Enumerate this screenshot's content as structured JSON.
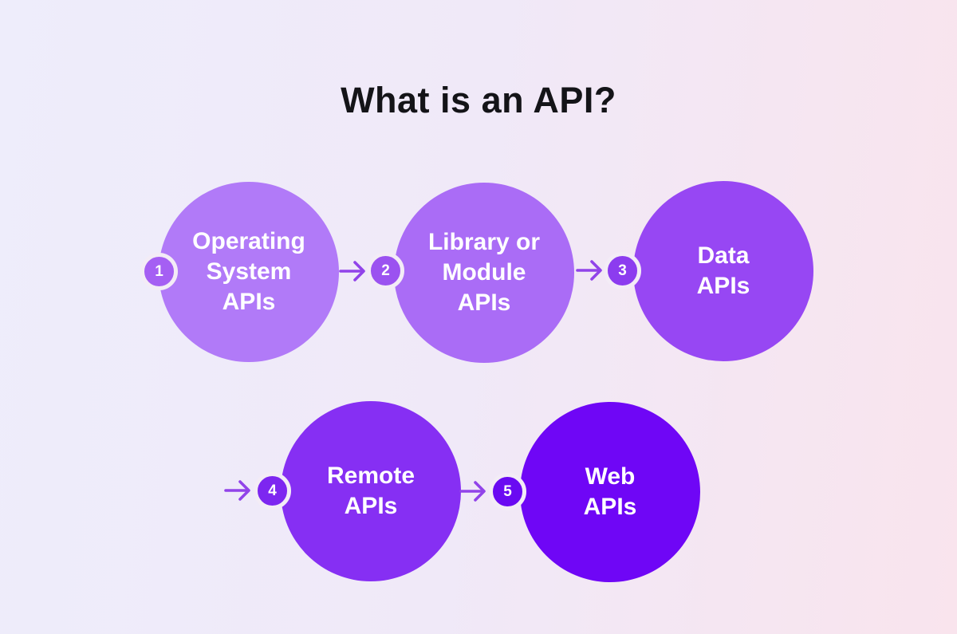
{
  "title": "What is an API?",
  "colors": {
    "background_left": "#eeedfb",
    "background_middle": "#f0e9f8",
    "background_right": "#f9e4ed",
    "title_text": "#141418",
    "node_text": "#ffffff",
    "arrow": "#9143e9",
    "badge_ring": "#f3ecf6"
  },
  "nodes": [
    {
      "number": "1",
      "label": "Operating System APIs",
      "lines": [
        "Operating",
        "System",
        "APIs"
      ],
      "circle_color": "#b17af8",
      "badge_color": "#a55ff3"
    },
    {
      "number": "2",
      "label": "Library or Module APIs",
      "lines": [
        "Library or",
        "Module",
        "APIs"
      ],
      "circle_color": "#aa6cf6",
      "badge_color": "#9b52f0"
    },
    {
      "number": "3",
      "label": "Data APIs",
      "lines": [
        "Data",
        "APIs"
      ],
      "circle_color": "#9747f3",
      "badge_color": "#8c3cef"
    },
    {
      "number": "4",
      "label": "Remote APIs",
      "lines": [
        "Remote",
        "APIs"
      ],
      "circle_color": "#862ff3",
      "badge_color": "#7d26f0"
    },
    {
      "number": "5",
      "label": "Web APIs",
      "lines": [
        "Web",
        "APIs"
      ],
      "circle_color": "#6f06f6",
      "badge_color": "#6a0af2"
    }
  ]
}
